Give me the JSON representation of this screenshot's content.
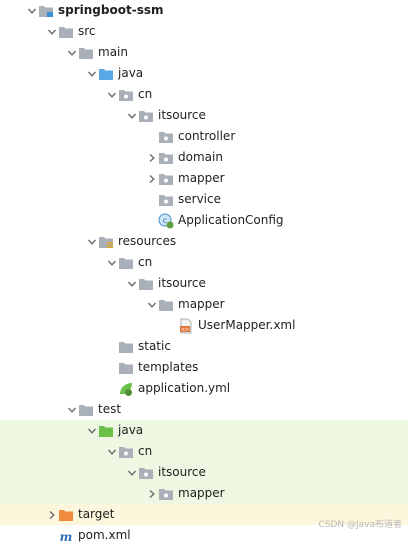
{
  "tree": [
    {
      "label": "springboot-ssm",
      "level": 0,
      "chevron": "down",
      "icon": "module-folder-icon",
      "bold": true
    },
    {
      "label": "src",
      "level": 1,
      "chevron": "down",
      "icon": "folder-icon"
    },
    {
      "label": "main",
      "level": 2,
      "chevron": "down",
      "icon": "folder-icon"
    },
    {
      "label": "java",
      "level": 3,
      "chevron": "down",
      "icon": "source-root-folder-icon"
    },
    {
      "label": "cn",
      "level": 4,
      "chevron": "down",
      "icon": "package-icon"
    },
    {
      "label": "itsource",
      "level": 5,
      "chevron": "down",
      "icon": "package-icon"
    },
    {
      "label": "controller",
      "level": 6,
      "chevron": "none",
      "icon": "package-icon"
    },
    {
      "label": "domain",
      "level": 6,
      "chevron": "right",
      "icon": "package-icon"
    },
    {
      "label": "mapper",
      "level": 6,
      "chevron": "right",
      "icon": "package-icon"
    },
    {
      "label": "service",
      "level": 6,
      "chevron": "none",
      "icon": "package-icon"
    },
    {
      "label": "ApplicationConfig",
      "level": 6,
      "chevron": "none",
      "icon": "spring-class-icon"
    },
    {
      "label": "resources",
      "level": 3,
      "chevron": "down",
      "icon": "resources-folder-icon"
    },
    {
      "label": "cn",
      "level": 4,
      "chevron": "down",
      "icon": "folder-icon"
    },
    {
      "label": "itsource",
      "level": 5,
      "chevron": "down",
      "icon": "folder-icon"
    },
    {
      "label": "mapper",
      "level": 6,
      "chevron": "down",
      "icon": "folder-icon"
    },
    {
      "label": "UserMapper.xml",
      "level": 7,
      "chevron": "none",
      "icon": "xml-file-icon"
    },
    {
      "label": "static",
      "level": 4,
      "chevron": "none",
      "icon": "folder-icon"
    },
    {
      "label": "templates",
      "level": 4,
      "chevron": "none",
      "icon": "folder-icon"
    },
    {
      "label": "application.yml",
      "level": 4,
      "chevron": "none",
      "icon": "spring-yml-icon"
    },
    {
      "label": "test",
      "level": 2,
      "chevron": "down",
      "icon": "folder-icon"
    },
    {
      "label": "java",
      "level": 3,
      "chevron": "down",
      "icon": "test-root-folder-icon",
      "highlight": "green"
    },
    {
      "label": "cn",
      "level": 4,
      "chevron": "down",
      "icon": "package-icon",
      "highlight": "green"
    },
    {
      "label": "itsource",
      "level": 5,
      "chevron": "down",
      "icon": "package-icon",
      "highlight": "green"
    },
    {
      "label": "mapper",
      "level": 6,
      "chevron": "right",
      "icon": "package-icon",
      "highlight": "green"
    },
    {
      "label": "target",
      "level": 1,
      "chevron": "right",
      "icon": "excluded-folder-icon",
      "highlight": "yellow"
    },
    {
      "label": "pom.xml",
      "level": 1,
      "chevron": "none",
      "icon": "maven-file-icon"
    }
  ],
  "watermark": "CSDN @Java布道者",
  "colors": {
    "folder": "#a9b0b8",
    "source_root": "#5aa9e6",
    "test_root": "#6cbf4a",
    "excluded": "#f08a3c",
    "green_highlight": "#eef7e2",
    "yellow_highlight": "#fbf6dc"
  }
}
